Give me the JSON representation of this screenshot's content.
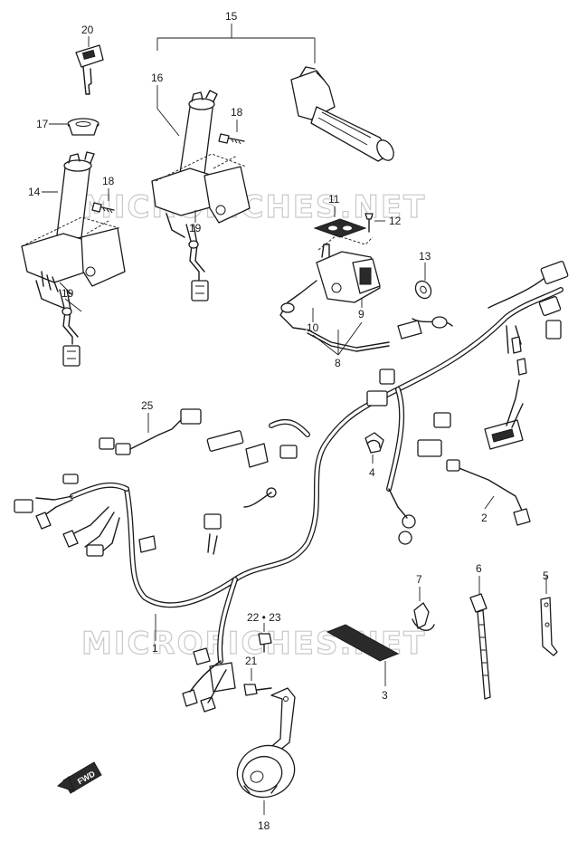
{
  "watermark": "MICROFICHES.NET",
  "fwd_label": "FWD",
  "callouts": {
    "p1": "1",
    "p2": "2",
    "p3": "3",
    "p4": "4",
    "p5": "5",
    "p6": "6",
    "p7": "7",
    "p8": "8",
    "p9": "9",
    "p10": "10",
    "p11": "11",
    "p12": "12",
    "p13": "13",
    "p14": "14",
    "p15": "15",
    "p16": "16",
    "p17": "17",
    "p18a": "18",
    "p18b": "18",
    "p18c": "18",
    "p19a": "19",
    "p19b": "19",
    "p20": "20",
    "p21": "21",
    "p22_23": "22 • 23",
    "p25": "25"
  }
}
